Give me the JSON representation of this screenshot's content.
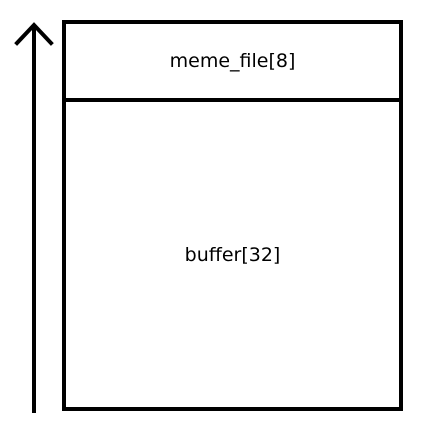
{
  "diagram": {
    "regions": [
      {
        "label": "meme_file[8]"
      },
      {
        "label": "buffer[32]"
      }
    ],
    "arrow": {
      "direction": "up"
    }
  }
}
